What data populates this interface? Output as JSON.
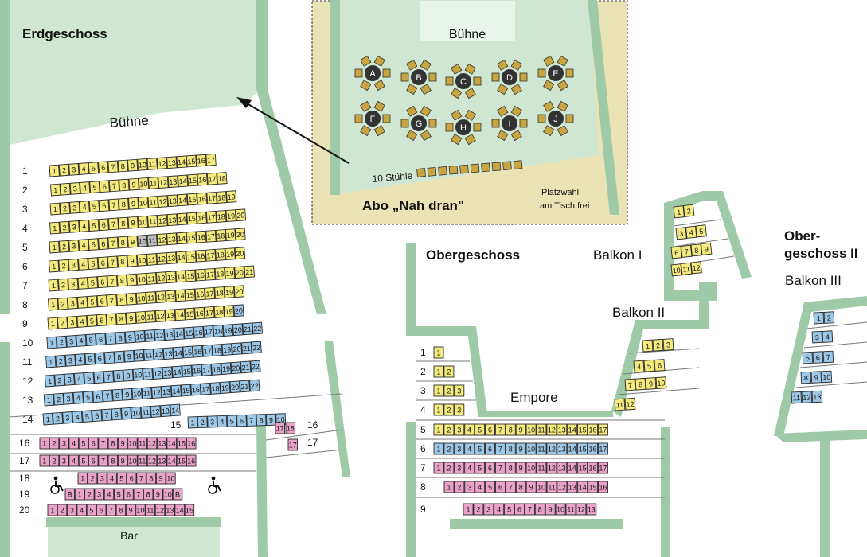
{
  "colors": {
    "stage_green": "#cfe6d3",
    "wall_green": "#9fcaa7",
    "yellow": "#f5ea7d",
    "blue": "#9ec8e8",
    "pink": "#eaa3c8",
    "gray": "#bdbdbd",
    "beige": "#eae3b6",
    "seat_border": "#2a2a2a",
    "chair": "#c8a540",
    "table": "#333333"
  },
  "labels": {
    "ground_floor": "Erdgeschoss",
    "stage_ground": "Bühne",
    "stage_inset": "Bühne",
    "abo": "Abo „Nah dran\"",
    "chairs": "10 Stühle",
    "free_seat_1": "Platzwahl",
    "free_seat_2": "am Tisch frei",
    "upper_floor": "Obergeschoss",
    "balcony_1": "Balkon I",
    "balcony_2": "Balkon II",
    "balcony_3": "Balkon III",
    "upper_floor_2a": "Ober-",
    "upper_floor_2b": "geschoss II",
    "empore": "Empore",
    "bar": "Bar",
    "wheelchair_seat": "B"
  },
  "tables": [
    "A",
    "B",
    "C",
    "D",
    "E",
    "F",
    "G",
    "H",
    "I",
    "J"
  ],
  "ground_rows": [
    {
      "row": "1",
      "color": "yellow",
      "seats": 17
    },
    {
      "row": "2",
      "color": "yellow",
      "seats": 18
    },
    {
      "row": "3",
      "color": "yellow",
      "seats": 19
    },
    {
      "row": "4",
      "color": "yellow",
      "seats": 20
    },
    {
      "row": "5",
      "color": "yellow",
      "seats": 20,
      "gray": [
        10,
        11
      ]
    },
    {
      "row": "6",
      "color": "yellow",
      "seats": 20
    },
    {
      "row": "7",
      "color": "yellow",
      "seats": 21
    },
    {
      "row": "8",
      "color": "yellow",
      "seats": 20
    },
    {
      "row": "9",
      "color": "yellow",
      "seats": 20,
      "blue_from": 20
    },
    {
      "row": "10",
      "color": "blue",
      "seats": 22
    },
    {
      "row": "11",
      "color": "blue",
      "seats": 22
    },
    {
      "row": "12",
      "color": "blue",
      "seats": 22
    },
    {
      "row": "13",
      "color": "blue",
      "seats": 22
    },
    {
      "row": "14",
      "color": "blue",
      "seats": 14
    },
    {
      "row": "15",
      "color": "blue",
      "seats": 10
    },
    {
      "row": "16",
      "color": "pink",
      "seats": 16
    },
    {
      "row": "17",
      "color": "pink",
      "seats": 16
    },
    {
      "row": "18",
      "color": "pink",
      "seats": 10
    },
    {
      "row": "19",
      "color": "pink",
      "seats": 10
    },
    {
      "row": "20",
      "color": "pink",
      "seats": 15
    }
  ],
  "box_16": [
    "17",
    "18"
  ],
  "box_17": [
    "17"
  ],
  "row_16_right": "16",
  "row_17_right": "17",
  "empore_rows": [
    {
      "row": "1",
      "color": "yellow",
      "seats": 1
    },
    {
      "row": "2",
      "color": "yellow",
      "seats": 2
    },
    {
      "row": "3",
      "color": "yellow",
      "seats": 3
    },
    {
      "row": "4",
      "color": "yellow",
      "seats": 3
    },
    {
      "row": "5",
      "color": "yellow",
      "seats": 17
    },
    {
      "row": "6",
      "color": "blue",
      "seats": 17
    },
    {
      "row": "7",
      "color": "pink",
      "seats": 17
    },
    {
      "row": "8",
      "color": "pink",
      "seats": 16
    },
    {
      "row": "9",
      "color": "pink",
      "seats": 13
    }
  ],
  "balcony_1_rows": [
    [
      "1",
      "2"
    ],
    [
      "3",
      "4",
      "5"
    ],
    [
      "6",
      "7",
      "8",
      "9"
    ],
    [
      "10",
      "11",
      "12"
    ]
  ],
  "balcony_2_rows": [
    [
      "1",
      "2",
      "3"
    ],
    [
      "4",
      "5",
      "6"
    ],
    [
      "7",
      "8",
      "9",
      "10"
    ],
    [
      "11",
      "12"
    ]
  ],
  "balcony_3_rows": [
    [
      "1",
      "2"
    ],
    [
      "3",
      "4"
    ],
    [
      "5",
      "6",
      "7"
    ],
    [
      "8",
      "9",
      "10"
    ],
    [
      "11",
      "12",
      "13"
    ]
  ]
}
